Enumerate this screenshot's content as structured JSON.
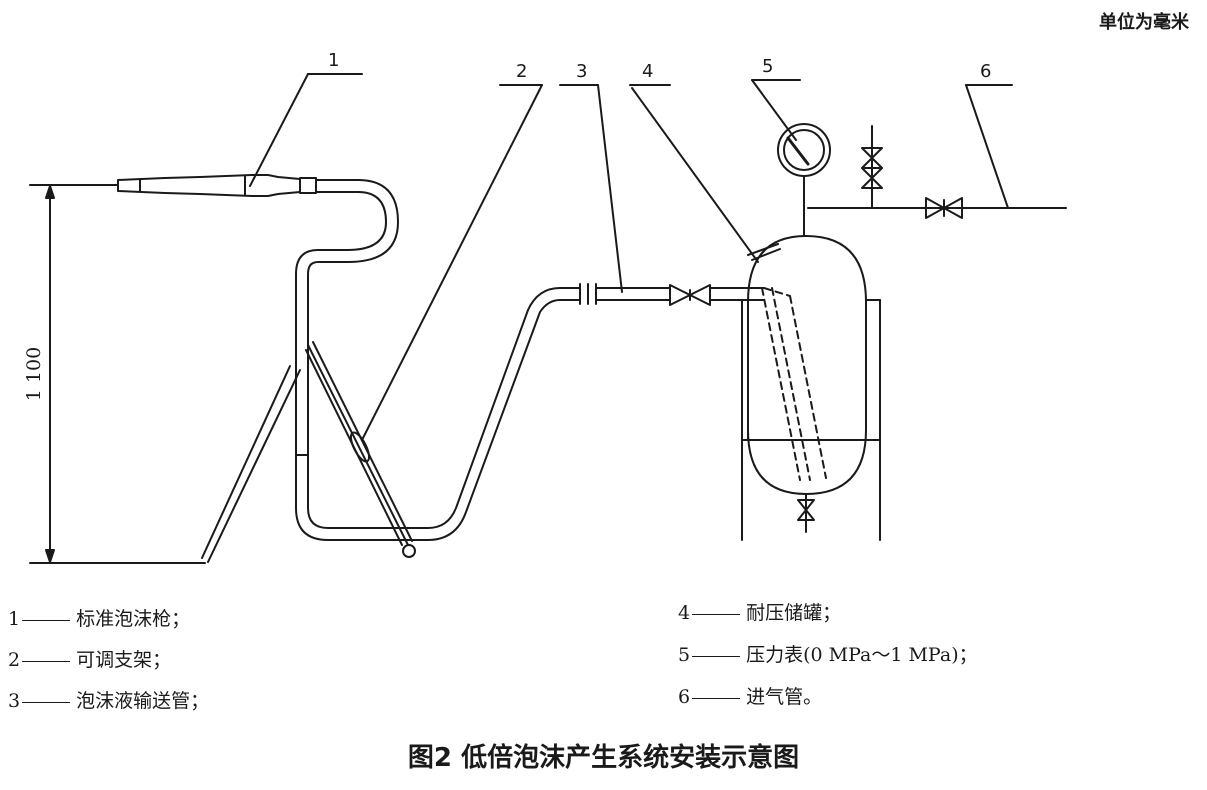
{
  "unit_note": "单位为毫米",
  "callouts": [
    "1",
    "2",
    "3",
    "4",
    "5",
    "6"
  ],
  "dimension": "1 100",
  "legend": [
    {
      "num": "1",
      "text": "标准泡沫枪；"
    },
    {
      "num": "2",
      "text": "可调支架；"
    },
    {
      "num": "3",
      "text": "泡沫液输送管；"
    },
    {
      "num": "4",
      "text": "耐压储罐；"
    },
    {
      "num": "5",
      "text": "压力表(0 MPa～1 MPa)；"
    },
    {
      "num": "6",
      "text": "进气管。"
    }
  ],
  "caption": "图2 低倍泡沫产生系统安装示意图"
}
